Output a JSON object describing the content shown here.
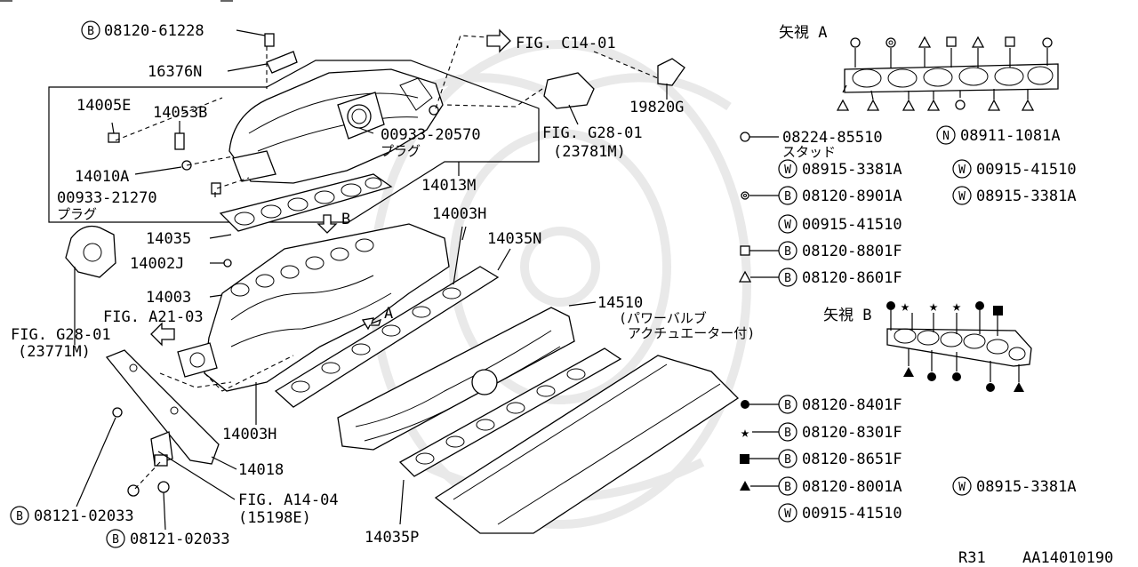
{
  "callouts": {
    "c1": "08120-61228",
    "c2": "16376N",
    "c3": "14005E",
    "c4": "14053B",
    "c5": "14010A",
    "c6": "00933-21270",
    "c6_note": "プラグ",
    "c7": "00933-20570",
    "c7_note": "プラグ",
    "c8": "FIG. C14-01",
    "c9": "19820G",
    "c10": "FIG. G28-01",
    "c10_sub": "(23781M)",
    "c11": "14013M",
    "c12": "14003H",
    "c13": "14035",
    "c14": "14035N",
    "c15": "14002J",
    "c16": "14003",
    "c17": "FIG. A21-03",
    "c18": "FIG. G28-01",
    "c18_sub": "(23771M)",
    "c19": "14510",
    "c19_note1": "(パワーバルブ",
    "c19_note2": "アクチュエーター付)",
    "c20": "14003H",
    "c21": "14018",
    "c22": "FIG. A14-04",
    "c22_sub": "(15198E)",
    "c23": "08121-02033",
    "c24": "08121-02033",
    "c25": "14035P",
    "view_b_arrow": "B",
    "view_a_arrow": "A"
  },
  "legend_a": {
    "title": "矢視 A",
    "r1": "08224-85510",
    "r1_note": "スタッド",
    "r1b": "08911-1081A",
    "r2a": "08915-3381A",
    "r2b": "00915-41510",
    "r3a": "08120-8901A",
    "r3b": "08915-3381A",
    "r4": "00915-41510",
    "r5": "08120-8801F",
    "r6": "08120-8601F"
  },
  "legend_b": {
    "title": "矢視 B",
    "r1": "08120-8401F",
    "r2": "08120-8301F",
    "r3": "08120-8651F",
    "r4a": "08120-8001A",
    "r4b": "08915-3381A",
    "r5": "00915-41510"
  },
  "badges": {
    "b": "B",
    "n": "N",
    "w": "W"
  },
  "footer": {
    "left": "R31",
    "right": "AA14010190"
  }
}
